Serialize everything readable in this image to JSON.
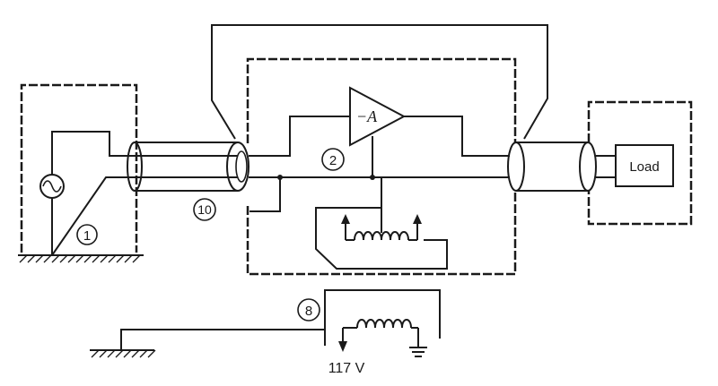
{
  "diagram": {
    "amplifier_label": "−A",
    "load_label": "Load",
    "voltage_label": "117 V",
    "callouts": {
      "c1": "1",
      "c2": "2",
      "c8": "8",
      "c10": "10"
    }
  }
}
